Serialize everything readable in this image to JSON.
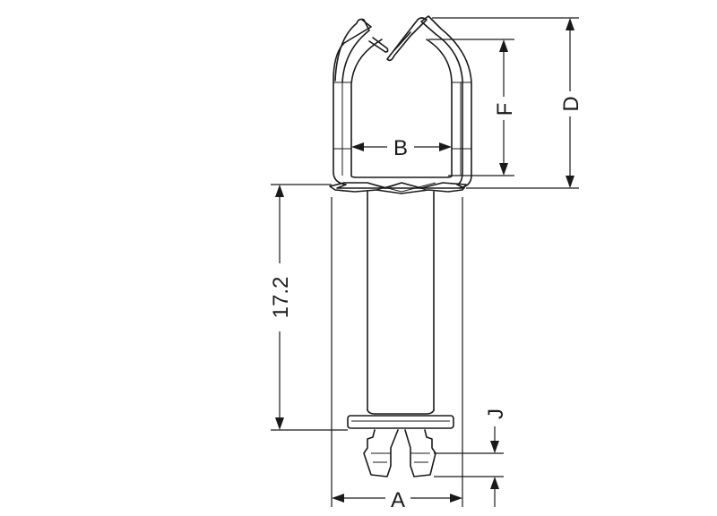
{
  "drawing": {
    "labels": {
      "a": "A",
      "b": "B",
      "d": "D",
      "f": "F",
      "j": "J",
      "length": "17.2"
    },
    "line_color": "#1a1a1a",
    "background": "#ffffff"
  }
}
